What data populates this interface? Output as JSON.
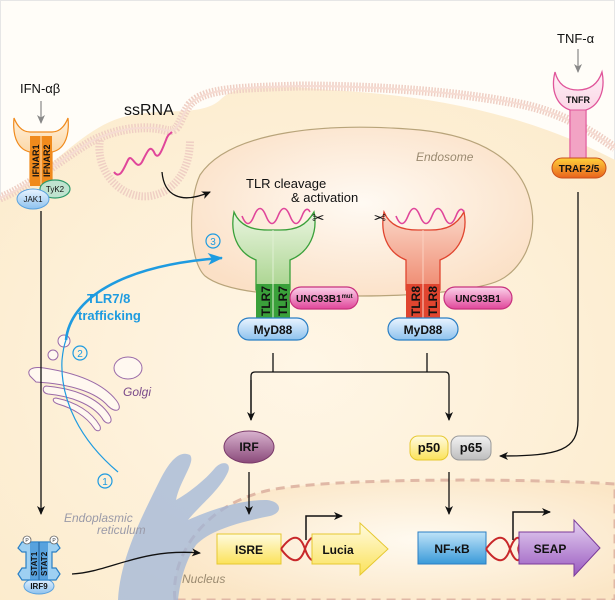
{
  "ligands": {
    "ifn": "IFN-αβ",
    "ssrna": "ssRNA",
    "tnf": "TNF-α"
  },
  "receptors": {
    "ifnar1": "IFNAR1",
    "ifnar2": "IFNAR2",
    "jak1": "JAK1",
    "tyk2": "TyK2",
    "tnfr": "TNFR",
    "traf": "TRAF2/5",
    "tlr7": "TLR7",
    "tlr8": "TLR8",
    "unc_mut_base": "UNC93B1",
    "unc_mut_sup": "mut",
    "unc": "UNC93B1",
    "myd88": "MyD88"
  },
  "compartments": {
    "endosome": "Endosome",
    "golgi": "Golgi",
    "er_line1": "Endoplasmic",
    "er_line2": "reticulum",
    "nucleus": "Nucleus"
  },
  "annotations": {
    "cleavage_line1": "TLR cleavage",
    "cleavage_line2": "& activation",
    "trafficking_line1": "TLR7/8",
    "trafficking_line2": "trafficking",
    "step1": "1",
    "step2": "2",
    "step3": "3"
  },
  "factors": {
    "irf": "IRF",
    "p50": "p50",
    "p65": "p65",
    "stat1": "STAT1",
    "stat2": "STAT2",
    "irf9": "IRF9",
    "phospho": "P"
  },
  "reporters": {
    "isre": "ISRE",
    "lucia": "Lucia",
    "nfkb": "NF-κB",
    "seap": "SEAP"
  },
  "colors": {
    "cytoplasm": "#fdf0da",
    "trafficking": "#1e9be0",
    "tlr7": "#3aa03a",
    "tlr8": "#e0452f",
    "unc": "#e0469a",
    "myd88": "#3a8fd6",
    "ifnar": "#f08a1c",
    "tnfr": "#e0559a",
    "rna": "#e0469a"
  }
}
